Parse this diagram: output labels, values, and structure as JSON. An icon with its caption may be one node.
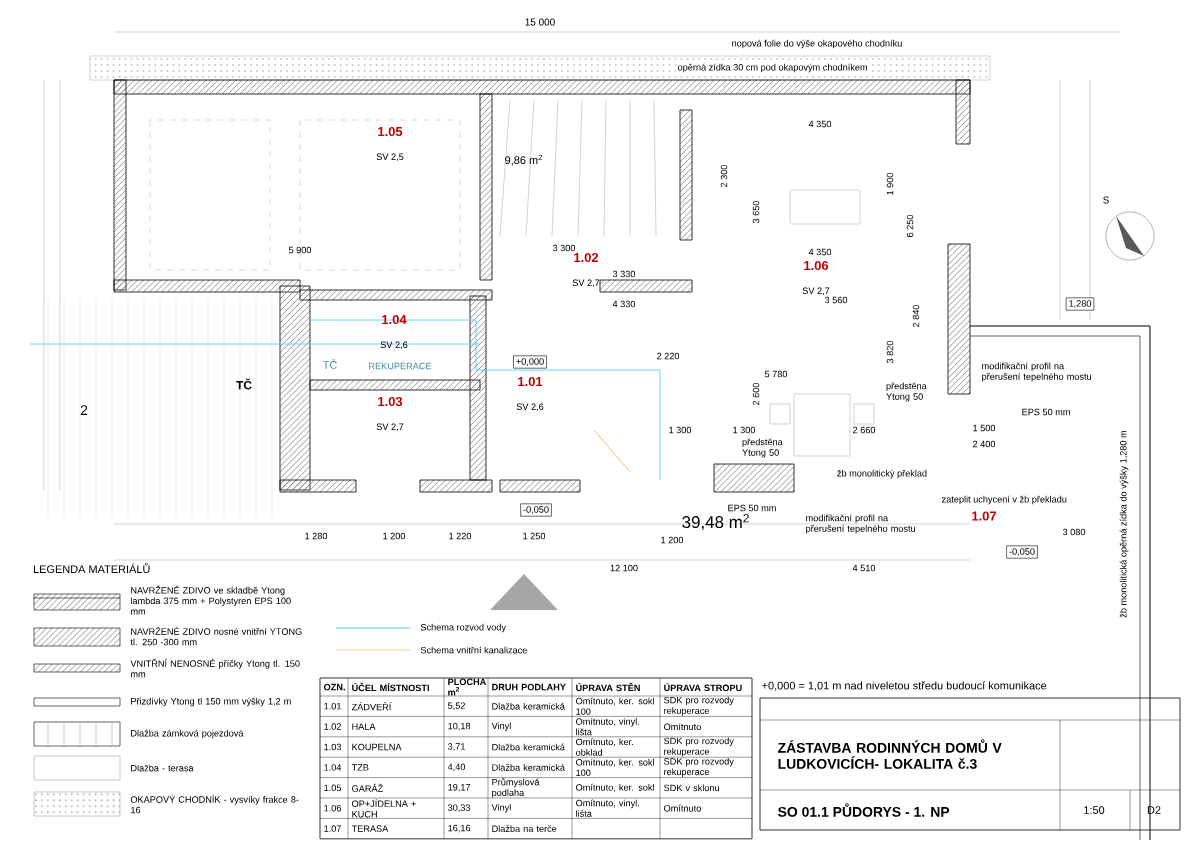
{
  "diagram": {
    "title": "LEGENDA MATERIÁLŮ",
    "nodes": [
      {
        "text": [
          "1.05",
          "SV 2,5"
        ]
      },
      {
        "text": [
          "1.02",
          "SV 2,7"
        ]
      },
      {
        "text": [
          "1.06",
          "SV 2,7"
        ]
      },
      {
        "text": [
          "1.04",
          "SV 2,6"
        ]
      },
      {
        "text": [
          "1.03",
          "SV 2,7"
        ]
      },
      {
        "text": [
          "1.01",
          "SV 2,6"
        ]
      },
      {
        "text": [
          "1.07"
        ]
      }
    ],
    "labels": [
      "15 000",
      "nopová folie do výše okapového chodníku",
      "opěrná zídka 30 cm pod okapovým chodníkem",
      "9,86 m$^{2}$",
      "5 900",
      "3 300",
      "4 350",
      "4 350",
      "2 300",
      "3 650",
      "1 900",
      "6 250",
      "TČ",
      "TČ",
      "REKUPERACE",
      "+0,000",
      "3 330",
      "4 330",
      "3 560",
      "2 220",
      "5 780",
      "2 600",
      "3 820",
      "2 840",
      "1 300",
      "1 300",
      "2 660",
      "1 500",
      "2 400",
      "předstěna Ytong 50",
      "předstěna Ytong 50",
      "modifikační profil na přerušení tepelného mostu",
      "modifikační profil na přerušení tepelného mostu",
      "žb monolitický překlad",
      "žb monolitická opěrná zídka do výšky 1,280 m",
      "EPS 50 mm",
      "zateplit uchycení v žb překladu",
      "EPS 50 mm",
      "39,48 m$^{2}$",
      "1,280",
      "-0,050",
      "-0,050",
      "3 080",
      "1 280",
      "1 200",
      "1 220",
      "1 250",
      "1 200",
      "12 100",
      "4 510",
      "S",
      "2",
      "OZN.",
      "ÚČEL MÍSTNOSTI",
      "PLOCHA m$^{2}$",
      "DRUH PODLAHY",
      "ÚPRAVA STĚN",
      "ÚPRAVA STROPU",
      "1.01",
      "ZÁDVEŘÍ",
      "5,52",
      "Dlažba keramická",
      "Omítnuto, ker. sokl 100",
      "SDK pro rozvody rekuperace",
      "1.02",
      "HALA",
      "10,18",
      "Vinyl",
      "Omítnuto, vinyl. lišta",
      "Omítnuto",
      "1.03",
      "KOUPELNA",
      "3,71",
      "Dlažba keramická",
      "Omítnuto, ker. obklad",
      "SDK pro rozvody rekuperace",
      "1.04",
      "TZB",
      "4,40",
      "Dlažba keramická",
      "Omítnuto, ker. sokl 100",
      "SDK pro rozvody rekuperace",
      "1.05",
      "GARÁŽ",
      "19,17",
      "Průmyslová podlaha",
      "Omítnuto, ker. sokl",
      "SDK v sklonu",
      "1.06",
      "OP+JÍDELNA + KUCH",
      "30,33",
      "Vinyl",
      "Omítnuto, vinyl. lišta",
      "Omítnuto",
      "1.07",
      "TERASA",
      "16,16",
      "Dlažba na terče",
      "+0,000 = 1,01 m nad niveletou středu budoucí komunikace",
      "ZÁSTAVBA RODINNÝCH DOMŮ V LUDKOVICÍCH- LOKALITA č.3",
      "SO 01.1 PŮDORYS - 1. NP",
      "1:50",
      "D2"
    ],
    "legend": [
      {
        "text": "NAVRŽENÉ ZDIVO ve skladbě Ytong lambda 375 mm + Polystyren EPS 100 mm"
      },
      {
        "text": "NAVRŽENÉ ZDIVO nosné vnitřní YTONG tl. 250 -300 mm"
      },
      {
        "text": "VNITŘNÍ NENOSNÉ příčky Ytong tl. 150 mm"
      },
      {
        "text": "Přizdívky Ytong tl 150 mm výšky 1,2 m"
      },
      {
        "text": "Dlažba zámková pojezdová"
      },
      {
        "text": "Dlažba - terasa"
      },
      {
        "text": "OKAPOVÝ CHODNÍK - vysvíky frakce 8-16"
      },
      {
        "text": "Schema rozvod vody"
      },
      {
        "text": "Schema vnitřní kanalizace"
      }
    ]
  }
}
